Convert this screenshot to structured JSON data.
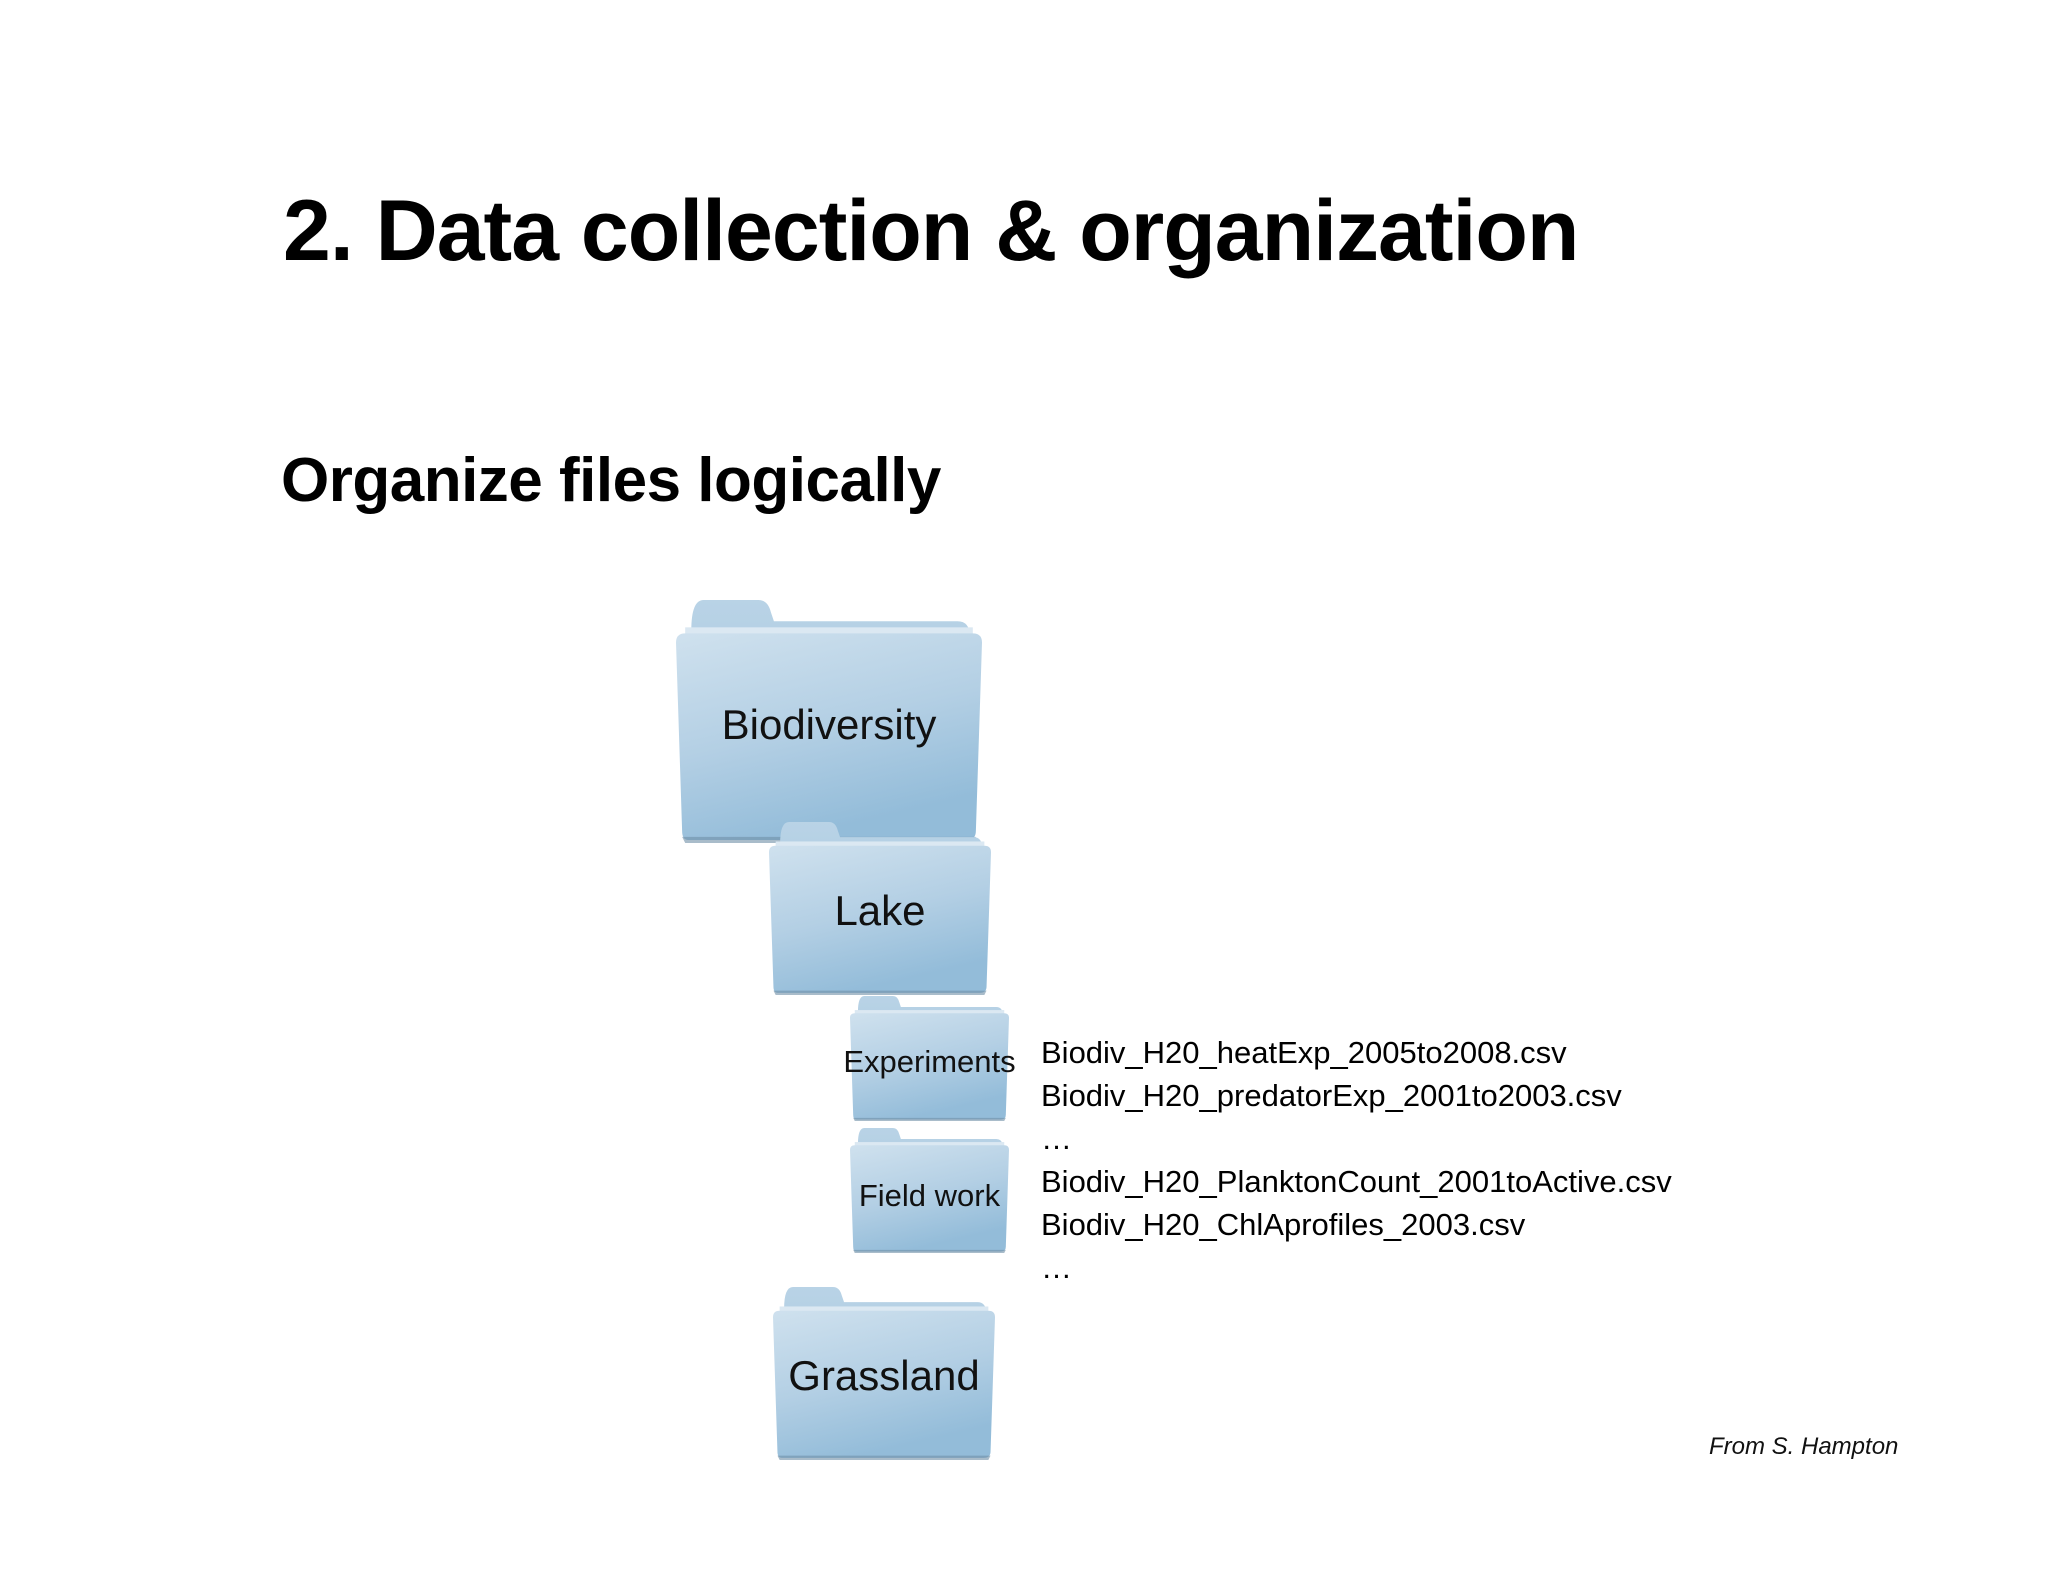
{
  "slide": {
    "title": "2. Data collection & organization",
    "subtitle": "Organize files  logically",
    "attribution": "From S. Hampton"
  },
  "folders": {
    "biodiversity": "Biodiversity",
    "lake": "Lake",
    "experiments": "Experiments",
    "field_work": "Field work",
    "grassland": "Grassland"
  },
  "files": {
    "experiments": [
      "Biodiv_H20_heatExp_2005to2008.csv",
      "Biodiv_H20_predatorExp_2001to2003.csv",
      "…"
    ],
    "field_work": [
      "Biodiv_H20_PlanktonCount_2001toActive.csv",
      "Biodiv_H20_ChlAprofiles_2003.csv",
      "…"
    ]
  },
  "icons": {
    "folder": "folder-icon"
  },
  "colors": {
    "folder_light": "#c6dbea",
    "folder_dark": "#93bcd9",
    "folder_tab": "#a8c8e0",
    "text": "#000000",
    "background": "#ffffff"
  }
}
